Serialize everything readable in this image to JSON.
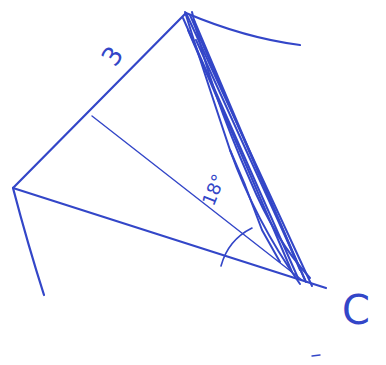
{
  "diagram": {
    "labels": [
      "3",
      "18°",
      "C"
    ]
  }
}
